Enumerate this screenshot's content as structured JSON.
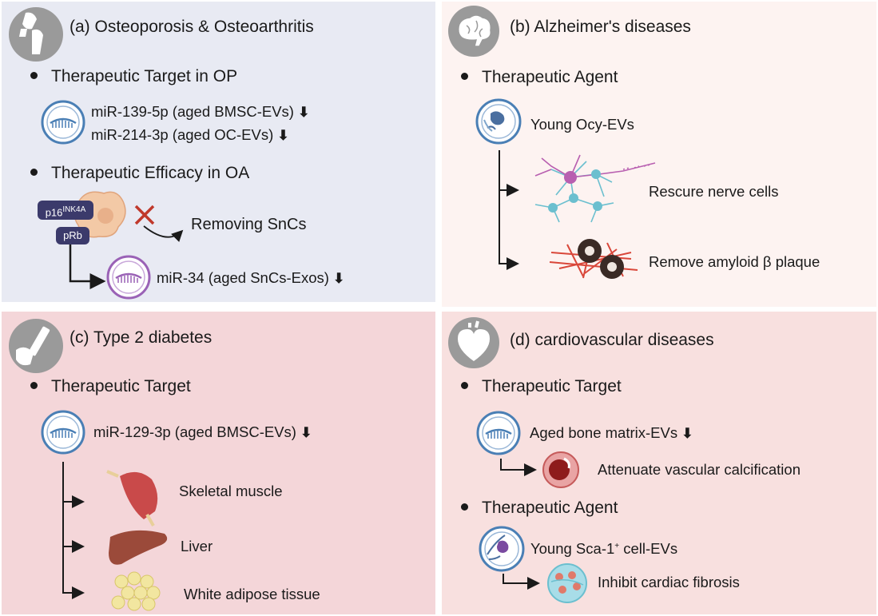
{
  "panel_a": {
    "title": "(a) Osteoporosis & Osteoarthritis",
    "bullet1": "Therapeutic Target in OP",
    "mir1": "miR-139-5p (aged BMSC-EVs)",
    "mir2": "miR-214-3p (aged OC-EVs)",
    "bullet2": "Therapeutic Efficacy in OA",
    "p16_base": "p16",
    "p16_sup": "INK4A",
    "prb": "pRb",
    "removing": "Removing SnCs",
    "mir34": "miR-34 (aged SnCs-Exos)"
  },
  "panel_b": {
    "title": "(b) Alzheimer's diseases",
    "bullet1": "Therapeutic Agent",
    "agent": "Young Ocy-EVs",
    "effect1": "Rescure nerve cells",
    "effect2": "Remove amyloid β plaque"
  },
  "panel_c": {
    "title": "(c) Type 2 diabetes",
    "bullet1": "Therapeutic Target",
    "mir": "miR-129-3p (aged BMSC-EVs)",
    "tissue1": "Skeletal muscle",
    "tissue2": "Liver",
    "tissue3": "White adipose tissue"
  },
  "panel_d": {
    "title": "(d) cardiovascular diseases",
    "bullet1": "Therapeutic Target",
    "target": "Aged bone matrix-EVs",
    "effect1": "Attenuate vascular calcification",
    "bullet2": "Therapeutic Agent",
    "agent_base": "Young Sca-1",
    "agent_sup": "+",
    "agent_rest": " cell-EVs",
    "effect2": "Inhibit cardiac fibrosis"
  },
  "down_arrow": "⬇",
  "icons": [
    "joint-icon",
    "brain-icon",
    "insulin-pen-icon",
    "heart-icon",
    "mirna-vesicle-icon",
    "ev-vesicle-icon",
    "senescent-cell-icon",
    "neuron-icon",
    "amyloid-plaque-icon",
    "skeletal-muscle-icon",
    "liver-icon",
    "adipose-tissue-icon",
    "calcified-vessel-icon",
    "fibrotic-tissue-icon"
  ],
  "colors": {
    "panel_a": "#e8eaf3",
    "panel_b": "#fdf3f1",
    "panel_c": "#f4d6d9",
    "panel_d": "#f8e0df",
    "vesicle_blue": "#4a7fb5",
    "vesicle_purple": "#9a62b6",
    "pill": "#3b3a6b",
    "cross": "#c0392b"
  }
}
